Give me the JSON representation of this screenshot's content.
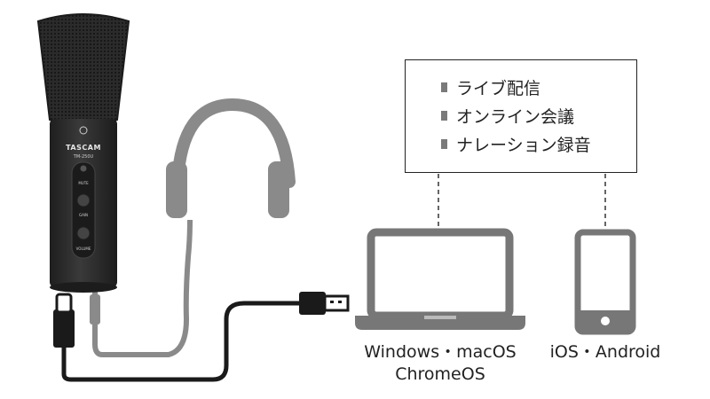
{
  "usecases": {
    "items": [
      "ライブ配信",
      "オンライン会議",
      "ナレーション録音"
    ]
  },
  "devices": {
    "computer_label_line1": "Windows・macOS",
    "computer_label_line2": "ChromeOS",
    "mobile_label": "iOS・Android"
  },
  "microphone": {
    "brand": "TASCAM",
    "model": "TM-250U",
    "mute_label": "MUTE",
    "gain_label": "GAIN",
    "volume_label": "VOLUME"
  },
  "colors": {
    "mic_body": "#2a2a2a",
    "headphone": "#8a8a8a",
    "usb_cable": "#1a1a1a",
    "device_frame": "#777777"
  }
}
